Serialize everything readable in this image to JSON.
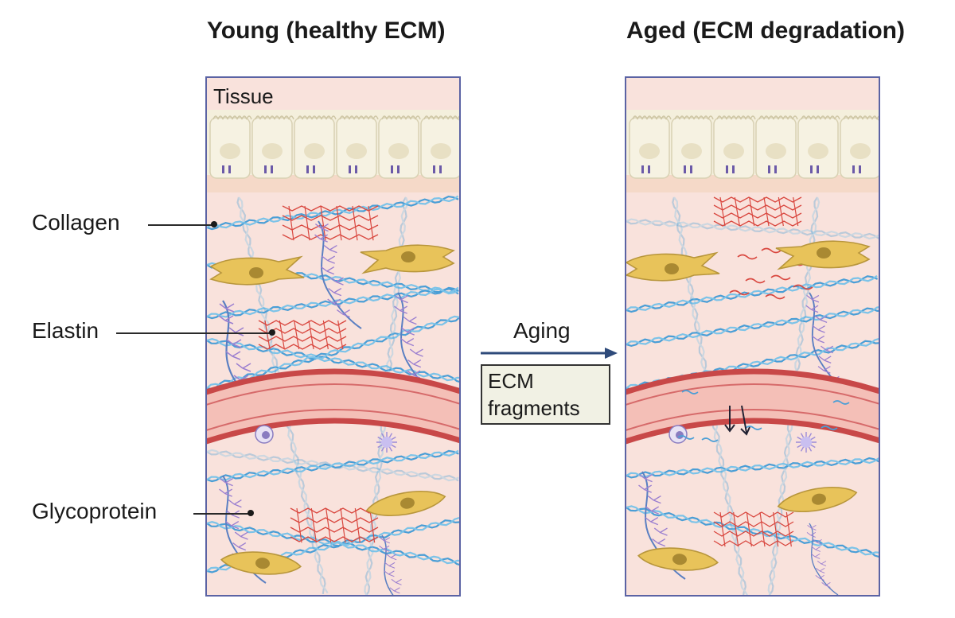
{
  "titles": {
    "young": "Young (healthy ECM)",
    "aged": "Aged (ECM degradation)"
  },
  "labels": {
    "tissue": "Tissue",
    "collagen": "Collagen",
    "elastin": "Elastin",
    "glycoprotein": "Glycoprotein"
  },
  "transition": {
    "aging": "Aging",
    "fragments": "ECM\nfragments"
  },
  "colors": {
    "panel_border": "#5b63a4",
    "ecm_background": "#f9e2dc",
    "epithelium": "#f4efdc",
    "basement": "#f5d9c8",
    "collagen": "#4a9ed6",
    "elastin": "#d9473f",
    "glycoprotein": "#5a7fc2",
    "glyco_branch": "#9b7fd0",
    "fibroblast": "#e8c35a",
    "vessel": "#c84848",
    "vessel_lumen": "#f4bfb7",
    "arrow": "#2e4a7a"
  }
}
